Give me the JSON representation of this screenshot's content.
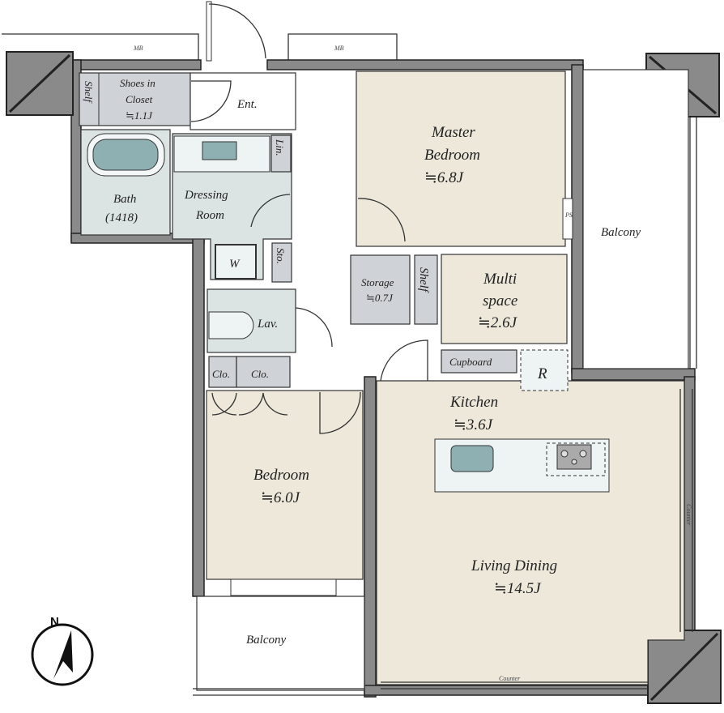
{
  "plan": {
    "meter_box_left": "MB",
    "meter_box_right": "MB",
    "rooms": {
      "shelf_entry": "Shelf",
      "shoes_closet_name_1": "Shoes in",
      "shoes_closet_name_2": "Closet",
      "shoes_closet_size": "≒1.1J",
      "entrance": "Ent.",
      "linen": "Lin.",
      "bath_name": "Bath",
      "bath_size": "(1418)",
      "dressing_1": "Dressing",
      "dressing_2": "Room",
      "washer": "W",
      "storage_small": "Sto.",
      "lavatory": "Lav.",
      "closet_1": "Clo.",
      "closet_2": "Clo.",
      "master_1": "Master",
      "master_2": "Bedroom",
      "master_size": "≒6.8J",
      "pipe_space": "PS",
      "balcony_east": "Balcony",
      "storage_name": "Storage",
      "storage_size": "≒0.7J",
      "shelf_mid": "Shelf",
      "multi_1": "Multi",
      "multi_2": "space",
      "multi_size": "≒2.6J",
      "cupboard": "Cupboard",
      "refrigerator": "R",
      "kitchen_name": "Kitchen",
      "kitchen_size": "≒3.6J",
      "bedroom_name": "Bedroom",
      "bedroom_size": "≒6.0J",
      "living_name": "Living Dining",
      "living_size": "≒14.5J",
      "balcony_south": "Balcony",
      "counter_right": "Counter",
      "counter_bottom": "Counter"
    },
    "compass": "N"
  },
  "colors": {
    "room": "#ede8da",
    "wet": "#dbe3e3",
    "storage": "#cfd2d6",
    "wall": "#8a8a8a"
  }
}
